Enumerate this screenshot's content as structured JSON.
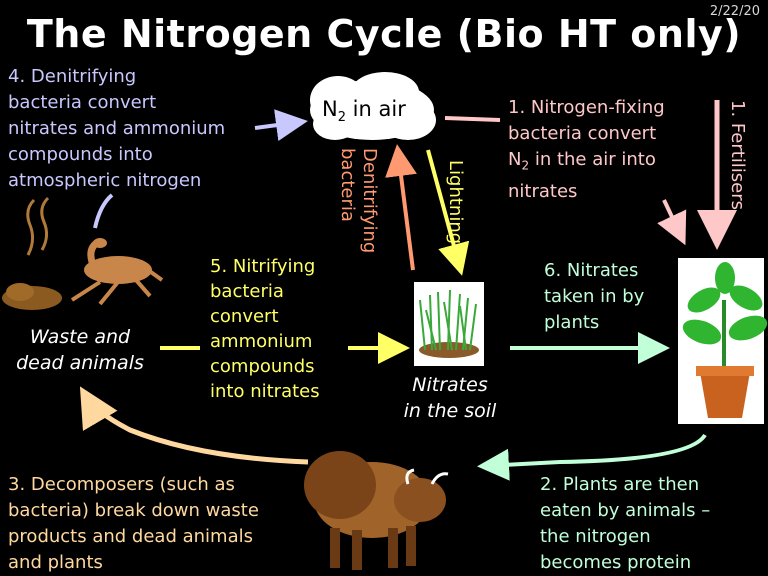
{
  "header": {
    "title": "The Nitrogen Cycle (Bio HT only)",
    "date": "2/22/20"
  },
  "cloud": {
    "label_prefix": "N",
    "label_sub": "2",
    "label_suffix": " in air"
  },
  "steps": {
    "step4": [
      "4.  Denitrifying",
      "bacteria convert",
      "nitrates and ammonium",
      "compounds into",
      "atmospheric nitrogen"
    ],
    "step1": [
      "1.  Nitrogen-fixing",
      "bacteria convert"
    ],
    "step1_n_line": {
      "prefix": "N",
      "sub": "2",
      "suffix": " in the air into"
    },
    "step1_tail": "nitrates",
    "fertilisers": "1. Fertilisers",
    "step5": [
      "5. Nitrifying",
      "bacteria",
      "convert",
      "ammonium",
      "compounds",
      "into nitrates"
    ],
    "step6": [
      "6. Nitrates",
      "taken in by",
      "plants"
    ],
    "step3": [
      "3.  Decomposers (such as",
      "bacteria) break down waste",
      "products and dead animals",
      "and plants"
    ],
    "step2": [
      "2.  Plants are then",
      "eaten by animals –",
      "the nitrogen",
      "becomes protein"
    ]
  },
  "labels": {
    "denitrifying": [
      "Denitrifying",
      "bacteria"
    ],
    "lightning": "Lightning",
    "waste": [
      "Waste and",
      "dead animals"
    ],
    "soil": [
      "Nitrates",
      "in the soil"
    ]
  },
  "colors": {
    "lavender": "#c8c8ff",
    "pink": "#ffc8c8",
    "yellow": "#ffff66",
    "green": "#c0ffd8",
    "orange": "#ffd8a0",
    "salmon": "#ff9a70"
  }
}
